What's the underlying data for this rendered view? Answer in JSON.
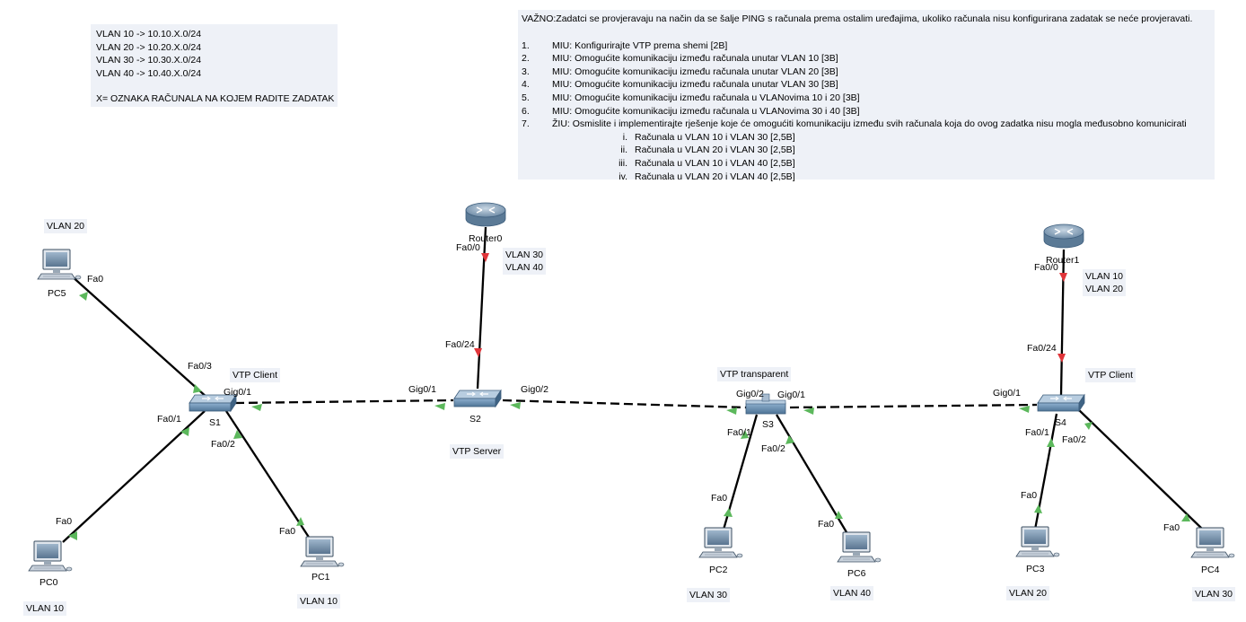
{
  "notes": {
    "vlan_map": [
      "VLAN 10 -> 10.10.X.0/24",
      "VLAN 20 -> 10.20.X.0/24",
      "VLAN 30 -> 10.30.X.0/24",
      "VLAN 40 -> 10.40.X.0/24"
    ],
    "x_note": "X= OZNAKA RAČUNALA NA KOJEM RADITE ZADATAK",
    "important": "VAŽNO:Zadatci se provjeravaju na način da se šalje PING s računala prema ostalim uređajima, ukoliko računala nisu konfigurirana zadatak se neće provjeravati.",
    "tasks": [
      {
        "num": "1.",
        "text": "MIU: Konfigurirajte VTP prema shemi [2B]"
      },
      {
        "num": "2.",
        "text": "MIU: Omogućite komunikaciju između računala unutar VLAN 10 [3B]"
      },
      {
        "num": "3.",
        "text": "MIU: Omogućite komunikaciju između računala unutar VLAN 20 [3B]"
      },
      {
        "num": "4.",
        "text": "MIU: Omogućite komunikaciju između računala unutar VLAN 30 [3B]"
      },
      {
        "num": "5.",
        "text": "MIU: Omogućite komunikaciju između računala u VLANovima 10 i 20 [3B]"
      },
      {
        "num": "6.",
        "text": "MIU: Omogućite komunikaciju između računala u VLANovima 30 i 40 [3B]"
      },
      {
        "num": "7.",
        "text": "ŽIU: Osmislite i implementirajte rješenje koje će omogućiti  komunikaciju između svih računala koja do ovog zadatka nisu mogla međusobno komunicirati"
      }
    ],
    "subtasks": [
      {
        "num": "i.",
        "text": "Računala u VLAN 10 i VLAN 30 [2,5B]"
      },
      {
        "num": "ii.",
        "text": "Računala u VLAN 20 i VLAN 30 [2,5B]"
      },
      {
        "num": "iii.",
        "text": "Računala u VLAN 10 i VLAN 40 [2,5B]"
      },
      {
        "num": "iv.",
        "text": "Računala u VLAN 20 i VLAN 40 [2,5B]"
      }
    ]
  },
  "devices": {
    "routers": [
      {
        "id": "router0",
        "name": "Router0",
        "vlans": "VLAN 30\nVLAN 40"
      },
      {
        "id": "router1",
        "name": "Router1",
        "vlans": "VLAN 10\nVLAN 20"
      }
    ],
    "switches": [
      {
        "id": "s1",
        "name": "S1",
        "vtp": "VTP Client"
      },
      {
        "id": "s2",
        "name": "S2",
        "vtp": "VTP Server"
      },
      {
        "id": "s3",
        "name": "S3",
        "vtp": "VTP transparent"
      },
      {
        "id": "s4",
        "name": "S4",
        "vtp": "VTP Client"
      }
    ],
    "pcs": [
      {
        "id": "pc5",
        "name": "PC5",
        "vlan": "VLAN 20"
      },
      {
        "id": "pc0",
        "name": "PC0",
        "vlan": "VLAN 10"
      },
      {
        "id": "pc1",
        "name": "PC1",
        "vlan": "VLAN 10"
      },
      {
        "id": "pc2",
        "name": "PC2",
        "vlan": "VLAN 30"
      },
      {
        "id": "pc6",
        "name": "PC6",
        "vlan": "VLAN 40"
      },
      {
        "id": "pc3",
        "name": "PC3",
        "vlan": "VLAN 20"
      },
      {
        "id": "pc4",
        "name": "PC4",
        "vlan": "VLAN 30"
      }
    ]
  },
  "ports": {
    "pc5_fa0": "Fa0",
    "s1_fa03": "Fa0/3",
    "s1_gig01": "Gig0/1",
    "s1_fa01": "Fa0/1",
    "s1_fa02": "Fa0/2",
    "pc0_fa0": "Fa0",
    "pc1_fa0": "Fa0",
    "r0_fa00": "Fa0/0",
    "s2_fa024": "Fa0/24",
    "s2_gig01": "Gig0/1",
    "s2_gig02": "Gig0/2",
    "s3_gig02": "Gig0/2",
    "s3_gig01": "Gig0/1",
    "s3_fa01": "Fa0/1",
    "s3_fa02": "Fa0/2",
    "pc2_fa0": "Fa0",
    "pc6_fa0": "Fa0",
    "r1_fa00": "Fa0/0",
    "s4_fa024": "Fa0/24",
    "s4_gig01": "Gig0/1",
    "s4_fa01": "Fa0/1",
    "s4_fa02": "Fa0/2",
    "pc3_fa0": "Fa0",
    "pc4_fa0": "Fa0"
  },
  "colors": {
    "link_up": "#5cb85c",
    "link_down": "#e0353a",
    "cable": "#000000",
    "note_bg": "#eef1f7"
  }
}
